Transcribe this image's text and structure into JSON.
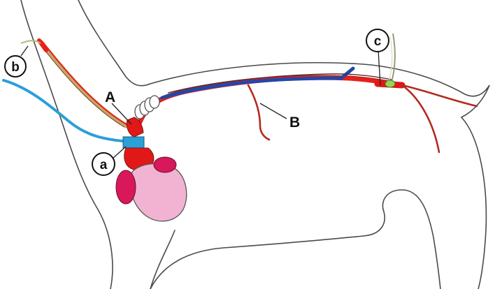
{
  "labels": {
    "A": "A",
    "B": "B",
    "a": "a",
    "b": "b",
    "c": "c"
  },
  "colors": {
    "outline": "#4a4a4a",
    "artery": "#e8201c",
    "artery_dark": "#b52a1e",
    "vein": "#2347a8",
    "catheter_blue": "#2a9fd8",
    "heart_pink": "#f2b3d2",
    "heart_magenta": "#d8185a",
    "heart_red": "#e01818",
    "clamp_green": "#9bd25a",
    "tube_tan": "#c9a86a"
  }
}
